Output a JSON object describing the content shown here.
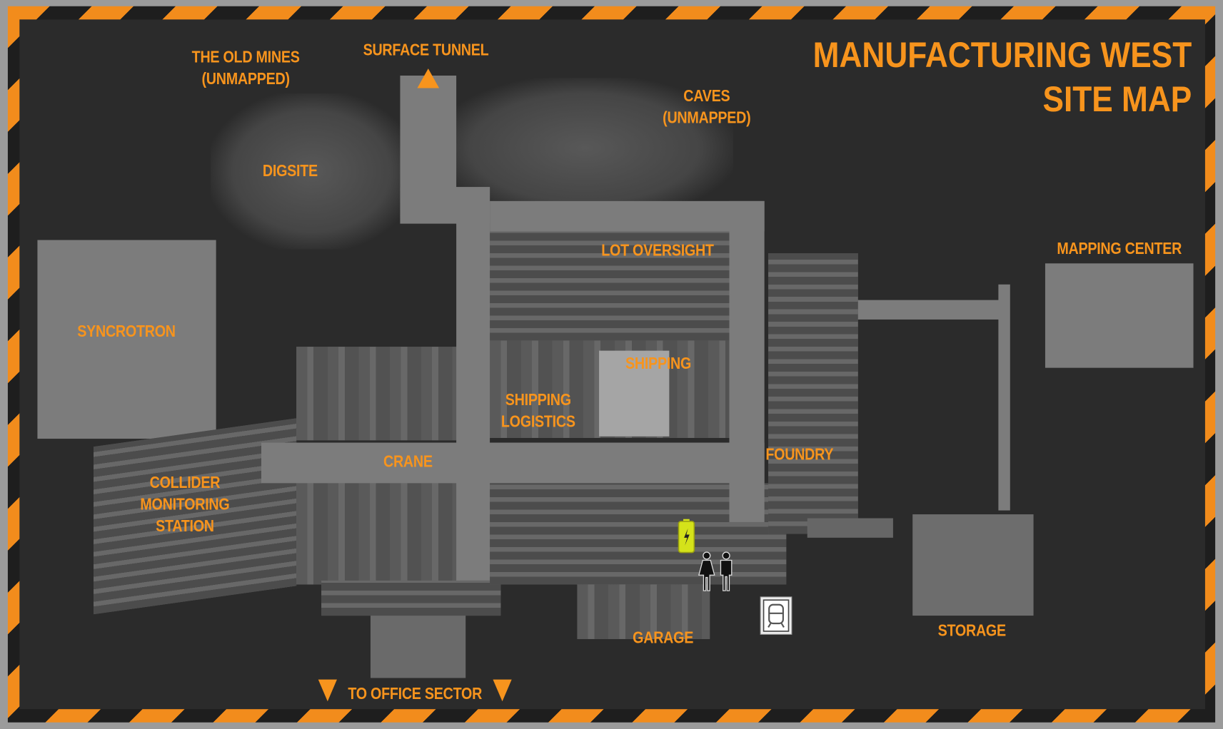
{
  "map": {
    "title_line1": "MANUFACTURING WEST",
    "title_line2": "SITE MAP",
    "labels": {
      "old_mines_1": "THE OLD MINES",
      "old_mines_2": "(UNMAPPED)",
      "surface_tunnel": "SURFACE TUNNEL",
      "caves_1": "CAVES",
      "caves_2": "(UNMAPPED)",
      "digsite": "DIGSITE",
      "syncrotron": "SYNCROTRON",
      "lot_oversight": "LOT OVERSIGHT",
      "mapping_center": "MAPPING CENTER",
      "shipping": "SHIPPING",
      "shipping_logistics_1": "SHIPPING",
      "shipping_logistics_2": "LOGISTICS",
      "crane": "CRANE",
      "foundry": "FOUNDRY",
      "collider_1": "COLLIDER",
      "collider_2": "MONITORING",
      "collider_3": "STATION",
      "garage": "GARAGE",
      "storage": "STORAGE",
      "office_sector": "TO OFFICE SECTOR"
    },
    "icons": [
      "battery-charging-icon",
      "restroom-icon",
      "train-station-icon"
    ],
    "colors": {
      "accent": "#f7941d",
      "background": "#2b2b2b",
      "area": "#7c7c7c",
      "battery": "#d4e21a"
    }
  }
}
